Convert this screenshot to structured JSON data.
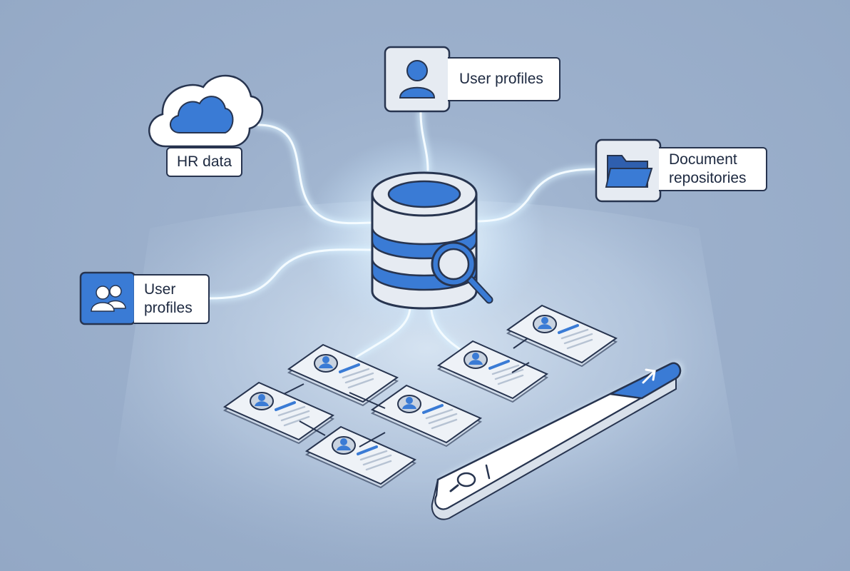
{
  "sources": {
    "hr": {
      "label": "HR data",
      "icon": "cloud-icon"
    },
    "profiles_top": {
      "label": "User profiles",
      "icon": "user-icon"
    },
    "documents": {
      "label_line1": "Document",
      "label_line2": "repositories",
      "icon": "folder-icon"
    },
    "profiles_left": {
      "label_line1": "User",
      "label_line2": "profiles",
      "icon": "users-group-icon"
    }
  },
  "hub": {
    "icon": "database-search-icon"
  },
  "results": {
    "item_icon": "profile-card-icon",
    "count": 6
  },
  "search_bar": {
    "icon": "search-icon",
    "submit_icon": "arrow-icon"
  },
  "colors": {
    "accent": "#3a7bd5",
    "outline": "#27344f",
    "glow": "#e6f6ff",
    "background": "#9cb0cc"
  }
}
